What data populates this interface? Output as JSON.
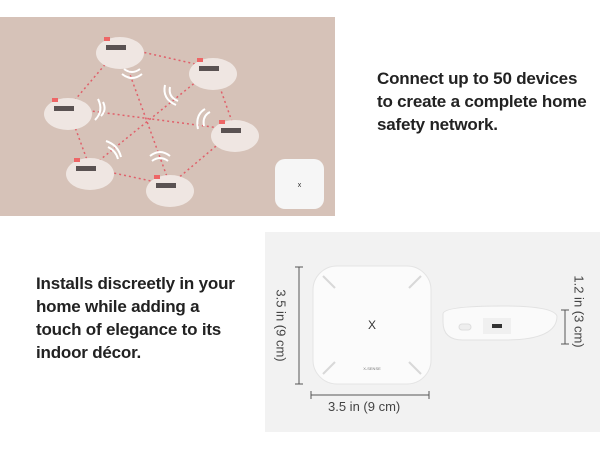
{
  "top_caption": "Connect up to 50 devices to create a complete home safety network.",
  "bottom_caption": "Installs discreetly in your home while adding a touch of elegance to its indoor décor.",
  "dimensions": {
    "height_label": "3.5 in (9 cm)",
    "width_label": "3.5 in (9 cm)",
    "depth_label": "1.2 in (3 cm)"
  },
  "hub": {
    "logo_mark": "X",
    "brand": "X-SENSE"
  },
  "colors": {
    "ceiling": "#d6c2b8",
    "link": "#e0606a",
    "panel": "#f2f2f2"
  }
}
